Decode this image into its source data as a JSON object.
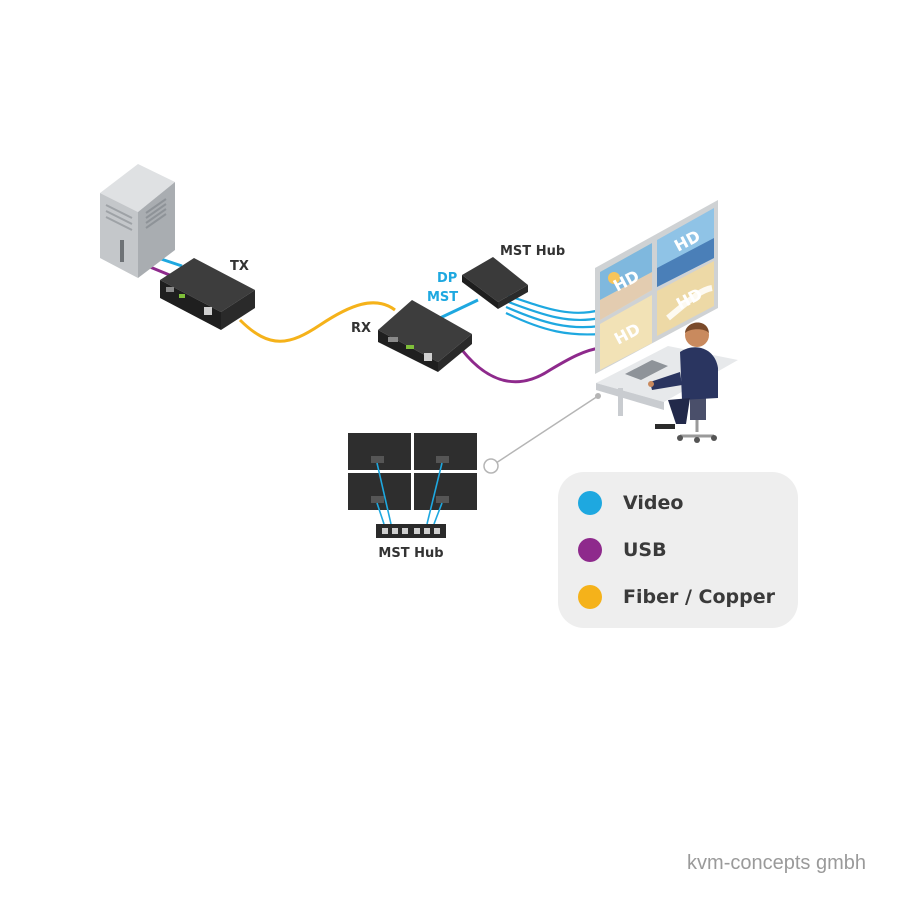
{
  "labels": {
    "tx": "TX",
    "rx": "RX",
    "dp": "DP",
    "mst": "MST",
    "mst_hub_top": "MST Hub",
    "mst_hub_bottom": "MST Hub",
    "hd": [
      "HD",
      "HD",
      "HD",
      "HD"
    ]
  },
  "legend": {
    "items": [
      {
        "label": "Video",
        "color": "#1ea8e0"
      },
      {
        "label": "USB",
        "color": "#8e2a8c"
      },
      {
        "label": "Fiber / Copper",
        "color": "#f5b21a"
      }
    ]
  },
  "brand": "kvm-concepts gmbh",
  "colors": {
    "video": "#1ea8e0",
    "usb": "#8e2a8c",
    "fiber": "#f5b21a",
    "device": "#2b2b2b",
    "monitor_frame": "#cfd2d4"
  }
}
